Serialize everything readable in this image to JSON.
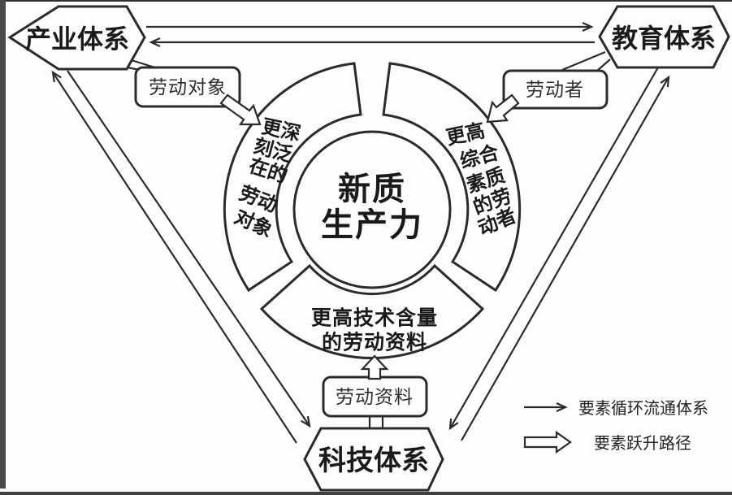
{
  "diagram": {
    "title_implied": "",
    "nodes": {
      "industry": "产业体系",
      "education": "教育体系",
      "technology": "科技体系"
    },
    "center": {
      "line1": "新质",
      "line2": "生产力"
    },
    "factor_boxes": {
      "labor_object": "劳动对象",
      "laborer": "劳动者",
      "labor_materials": "劳动资料"
    },
    "ring": {
      "left_groups": [
        "更深",
        "刻泛",
        "在的",
        "劳动",
        "对象"
      ],
      "right_groups": [
        "更高",
        "综合",
        "素质",
        "的劳",
        "动者"
      ],
      "bottom_line1": "更高技术含量",
      "bottom_line2": "的劳动资料"
    },
    "legend": {
      "thin_arrow_label": "要素循环流通体系",
      "hollow_arrow_label": "要素跃升路径"
    },
    "colors": {
      "line": "#2b2b2b",
      "text": "#1a1a1a",
      "background": "#fdfdfd",
      "frame_edge": "#474747"
    }
  }
}
